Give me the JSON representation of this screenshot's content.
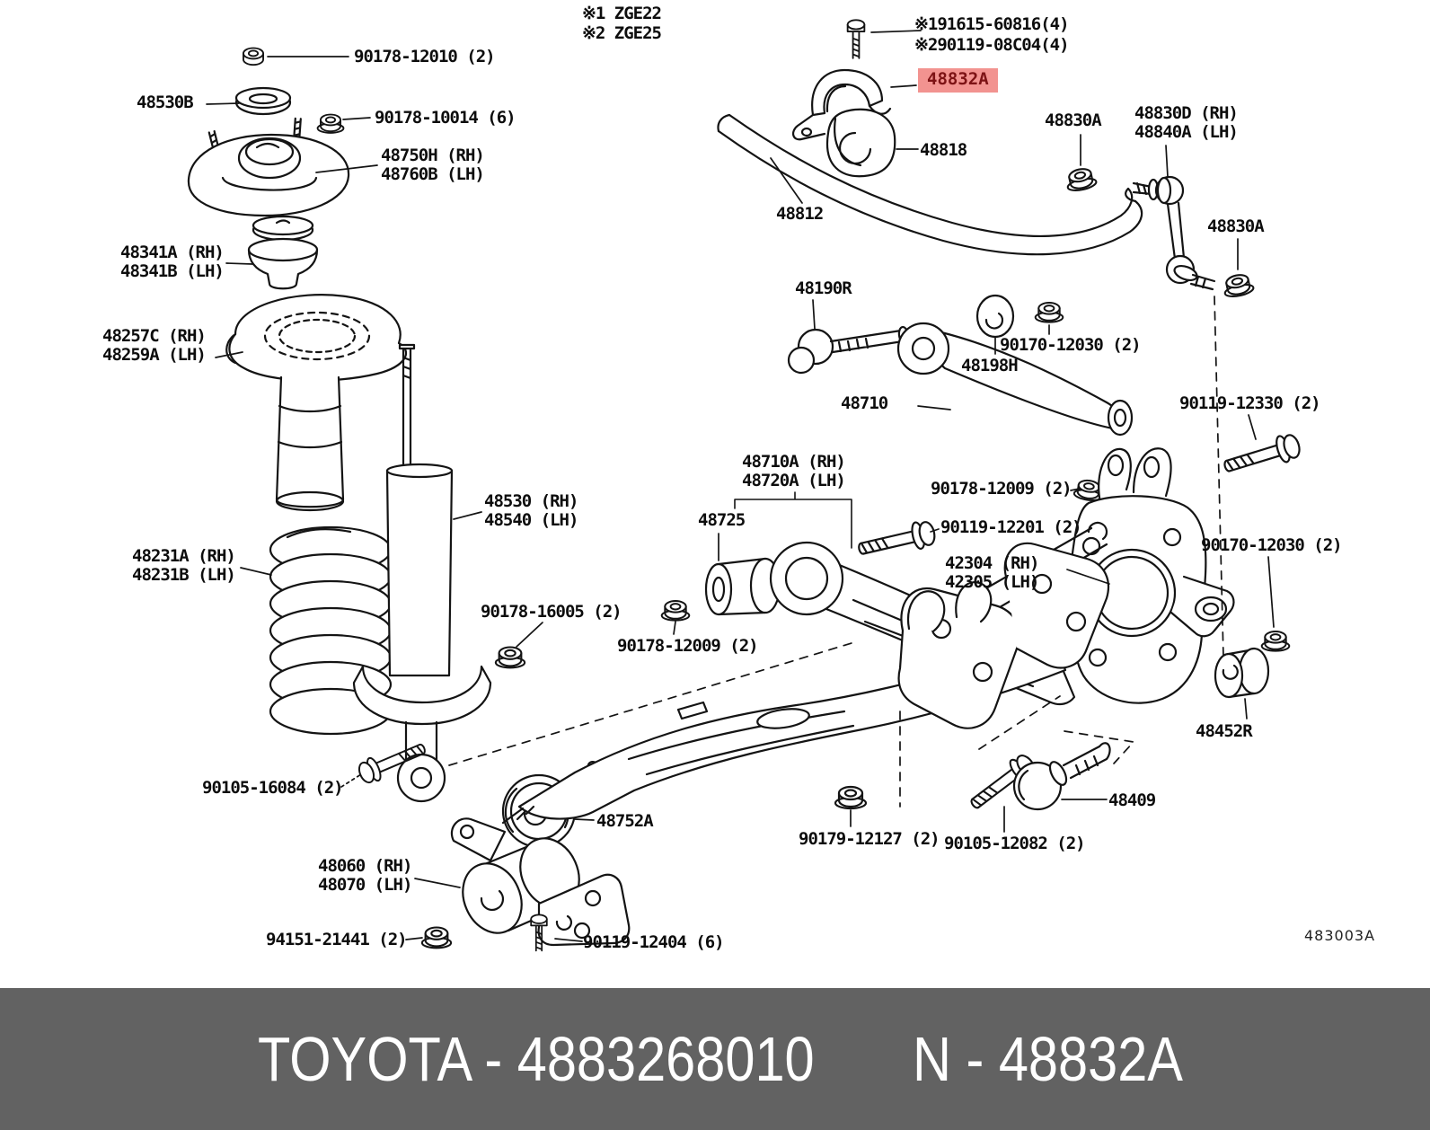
{
  "diagram": {
    "notes": [
      "※1 ZGE22",
      "※2 ZGE25"
    ],
    "fastener_notes": [
      "※191615-60816(4)",
      "※290119-08C04(4)"
    ],
    "highlighted_part": {
      "label": "48832A",
      "highlight_bg": "#F29390",
      "text_color": "#7D1315"
    },
    "reference_code": "483003A",
    "labels": [
      {
        "id": "model-note-1",
        "text": "※1 ZGE22"
      },
      {
        "id": "model-note-2",
        "text": "※2 ZGE25"
      },
      {
        "id": "90178-12010",
        "text": "90178-12010 (2)"
      },
      {
        "id": "48530B",
        "text": "48530B"
      },
      {
        "id": "90178-10014",
        "text": "90178-10014 (6)"
      },
      {
        "id": "48750H-48760B",
        "text": "48750H (RH)\n48760B (LH)"
      },
      {
        "id": "48341A-48341B",
        "text": "48341A (RH)\n48341B (LH)"
      },
      {
        "id": "48257C-48259A",
        "text": "48257C (RH)\n48259A (LH)"
      },
      {
        "id": "48231A-48231B",
        "text": "48231A (RH)\n48231B (LH)"
      },
      {
        "id": "48530-48540",
        "text": "48530 (RH)\n48540 (LH)"
      },
      {
        "id": "90178-16005",
        "text": "90178-16005 (2)"
      },
      {
        "id": "90105-16084",
        "text": "90105-16084 (2)"
      },
      {
        "id": "48752A",
        "text": "48752A"
      },
      {
        "id": "48060-48070",
        "text": "48060 (RH)\n48070 (LH)"
      },
      {
        "id": "94151-21441",
        "text": "94151-21441 (2)"
      },
      {
        "id": "90119-12404",
        "text": "90119-12404 (6)"
      },
      {
        "id": "fastener-note-1",
        "text": "※191615-60816(4)"
      },
      {
        "id": "fastener-note-2",
        "text": "※290119-08C04(4)"
      },
      {
        "id": "48818",
        "text": "48818"
      },
      {
        "id": "48812",
        "text": "48812"
      },
      {
        "id": "48830A-left",
        "text": "48830A"
      },
      {
        "id": "48830D-48840A",
        "text": "48830D (RH)\n48840A (LH)"
      },
      {
        "id": "48830A-right",
        "text": "48830A"
      },
      {
        "id": "48190R",
        "text": "48190R"
      },
      {
        "id": "90170-12030-upper",
        "text": "90170-12030 (2)"
      },
      {
        "id": "48198H",
        "text": "48198H"
      },
      {
        "id": "48710",
        "text": "48710"
      },
      {
        "id": "90119-12330",
        "text": "90119-12330 (2)"
      },
      {
        "id": "48710A-48720A",
        "text": "48710A (RH)\n48720A (LH)"
      },
      {
        "id": "48725",
        "text": "48725"
      },
      {
        "id": "90178-12009-upper",
        "text": "90178-12009 (2)"
      },
      {
        "id": "90119-12201",
        "text": "90119-12201 (2)"
      },
      {
        "id": "42304-42305",
        "text": "42304 (RH)\n42305 (LH)"
      },
      {
        "id": "90170-12030-lower",
        "text": "90170-12030 (2)"
      },
      {
        "id": "90178-12009-lower",
        "text": "90178-12009 (2)"
      },
      {
        "id": "48452R",
        "text": "48452R"
      },
      {
        "id": "90179-12127",
        "text": "90179-12127 (2)"
      },
      {
        "id": "90105-12082",
        "text": "90105-12082 (2)"
      },
      {
        "id": "48409",
        "text": "48409"
      }
    ]
  },
  "footer": {
    "brand_part_text": "TOYOTA - 4883268010",
    "catalog_text": "N - 48832A",
    "background": "#626262",
    "text_color": "#FFFFFF"
  }
}
